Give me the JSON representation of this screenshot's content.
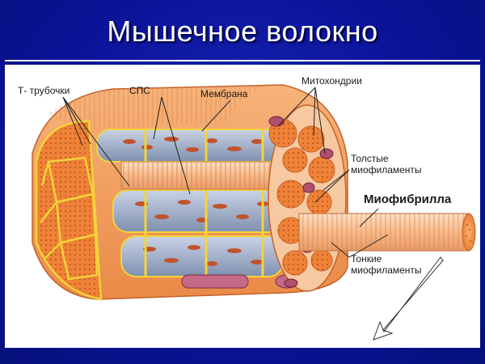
{
  "slide": {
    "title": "Мышечное волокно"
  },
  "labels": {
    "t_tubules": "Т- трубочки",
    "sps": "СПС",
    "membrane": "Мембрана",
    "mitochondria": "Митохондрии",
    "thick_line1": "Толстые",
    "thick_line2": "миофиламенты",
    "myofibril": "Миофибрилла",
    "thin_line1": "Тонкие",
    "thin_line2": "миофиламенты"
  },
  "colors": {
    "background": "#0b1399",
    "fiber_orange": "#f29a4a",
    "myofibril_core": "#f07a2e",
    "sarcoplasmic_reticulum": "#9aa8c2",
    "t_tubule_yellow": "#f3d43a",
    "mitochondria": "#b0506a"
  }
}
